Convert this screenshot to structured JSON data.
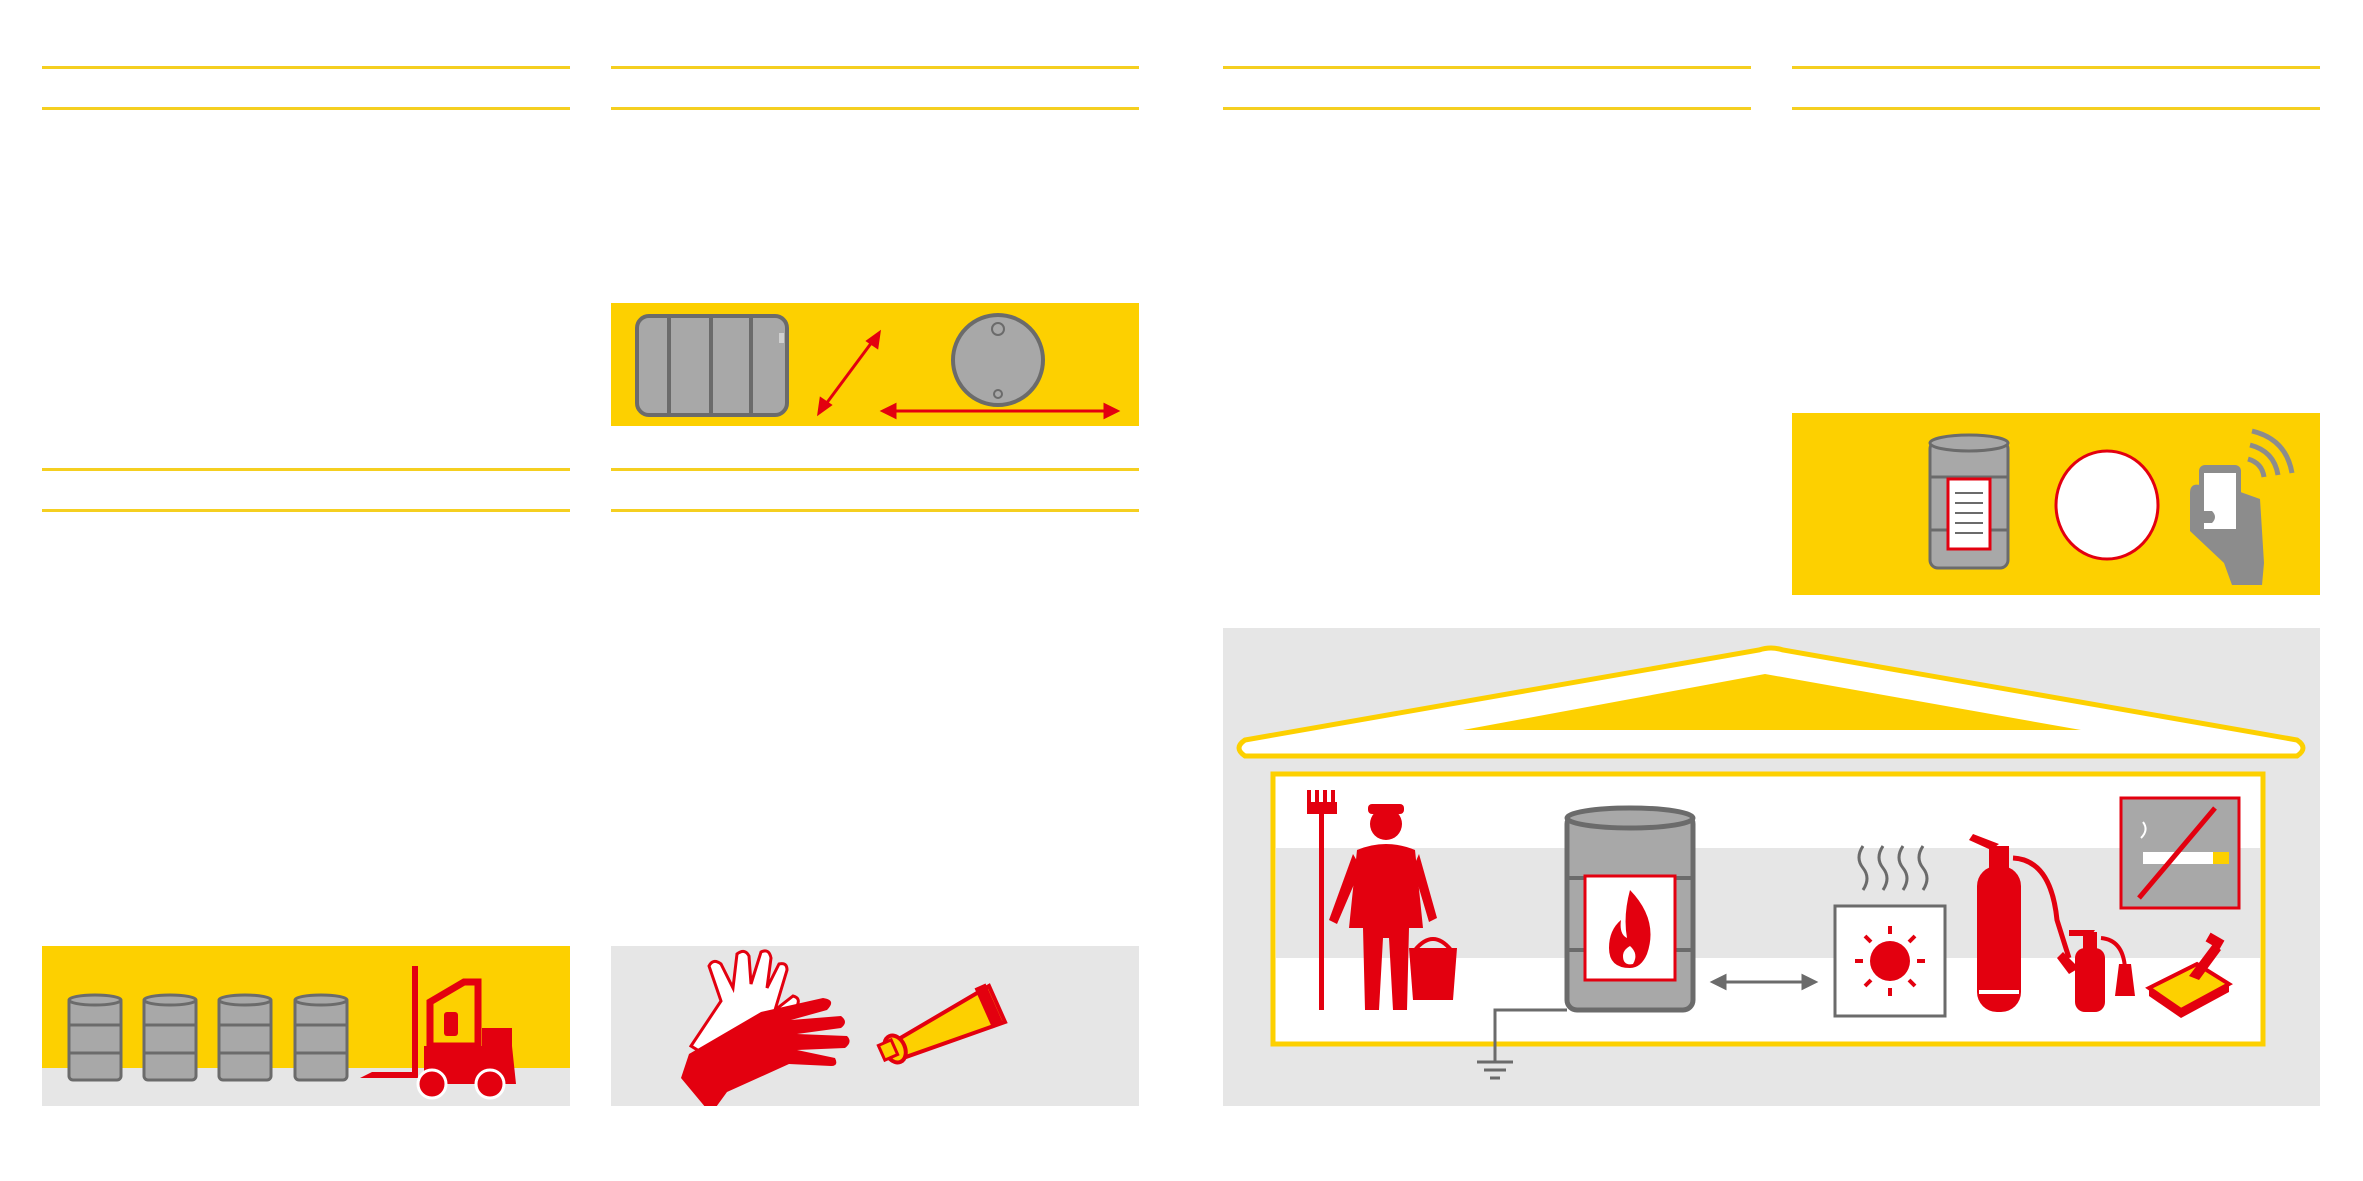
{
  "colors": {
    "accent_yellow": "#fdd000",
    "rule_yellow": "#f5cf20",
    "brand_red": "#e3000f",
    "drum_grey": "#a8a8a8",
    "outline_grey": "#6b6b6b",
    "panel_grey": "#e6e6e6"
  },
  "panels": [
    {
      "name": "drum-handling-panel",
      "icons": [
        "drum-icon",
        "drum-icon",
        "drum-icon",
        "drum-icon",
        "forklift-icon"
      ]
    },
    {
      "name": "drum-dimensions-panel",
      "icons": [
        "drum-side-icon",
        "diagonal-arrow-icon",
        "drum-top-icon",
        "width-arrow-icon"
      ]
    },
    {
      "name": "protective-equipment-panel",
      "icons": [
        "glove-icon",
        "glove-icon",
        "grease-tube-icon"
      ]
    },
    {
      "name": "drum-identification-panel",
      "icons": [
        "labelled-drum-icon",
        "blank-circle-icon",
        "smartphone-icon"
      ]
    },
    {
      "name": "storage-warehouse-panel",
      "icons": [
        "roof-icon",
        "worker-icon",
        "flammable-drum-icon",
        "double-arrow-icon",
        "heat-source-icon",
        "fire-extinguisher-icon",
        "no-smoking-icon",
        "spill-kit-icon",
        "earth-ground-icon"
      ]
    }
  ]
}
